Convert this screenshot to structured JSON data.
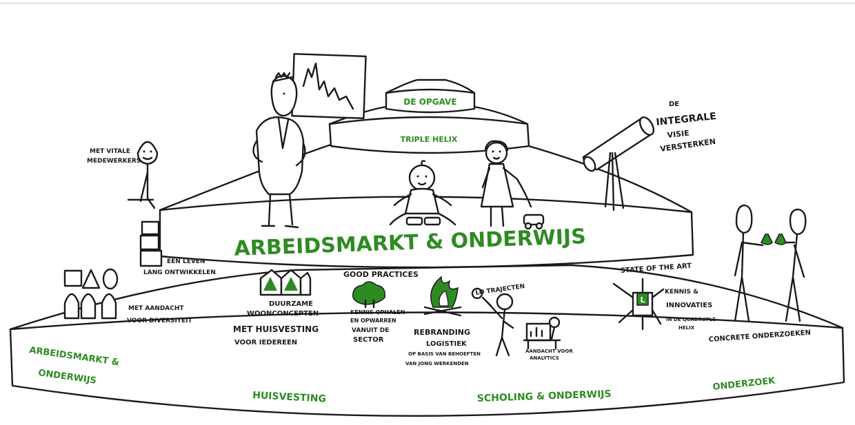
{
  "tiers": {
    "top": "DE OPGAVE",
    "second": "TRIPLE HELIX",
    "third": "ARBEIDSMARKT & ONDERWIJS"
  },
  "pillars": {
    "arbeidsmarkt_line1": "ARBEIDSMARKT &",
    "arbeidsmarkt_line2": "ONDERWIJS",
    "huisvesting": "HUISVESTING",
    "scholing": "SCHOLING & ONDERWIJS",
    "onderzoek": "ONDERZOEK"
  },
  "notes": {
    "vitale_1": "MET VITALE",
    "vitale_2": "MEDEWERKERS",
    "leven_1": "EEN LEVEN",
    "leven_2": "LANG ONTWIKKELEN",
    "aandacht_1": "MET AANDACHT",
    "aandacht_2": "VOOR DIVERSITEIT",
    "duurzame_1": "DUURZAME",
    "duurzame_2": "WOONCONCEPTEN",
    "huisv_1": "MET HUISVESTING",
    "huisv_2": "VOOR IEDEREEN",
    "good": "GOOD PRACTICES",
    "kennis_1": "KENNIS OPHALEN",
    "kennis_2": "EN OPWARREN",
    "kennis_3": "VANUIT DE",
    "kennis_4": "SECTOR",
    "lo": "LO TRAJECTEN",
    "rebranding": "REBRANDING",
    "logistiek": "LOGISTIEK",
    "basis_1": "OP BASIS VAN BEHOEFTEN",
    "basis_2": "VAN JONG WERKENDEN",
    "analytics_1": "AANDACHT VOOR",
    "analytics_2": "ANALYTICS",
    "state": "STATE OF THE ART",
    "innov_1": "KENNIS &",
    "innov_2": "INNOVATIES",
    "innov_3": "IN DE QUADRUPLE",
    "innov_4": "HELIX",
    "concrete": "CONCRETE ONDERZOEKEN",
    "visie_1": "DE",
    "visie_2": "INTEGRALE",
    "visie_3": "VISIE",
    "visie_4": "VERSTERKEN"
  },
  "colors": {
    "accent_green": "#2e8b22",
    "ink": "#1a1a1a"
  }
}
